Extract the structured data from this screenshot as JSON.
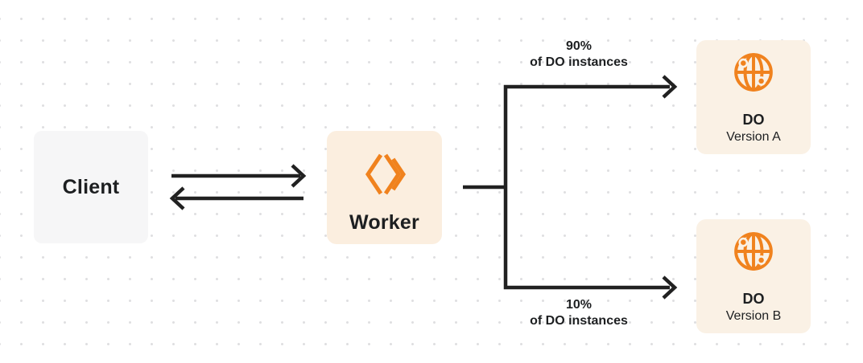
{
  "diagram": {
    "nodes": {
      "client": {
        "label": "Client"
      },
      "worker": {
        "label": "Worker",
        "icon": "workers-logo-icon"
      },
      "do_a": {
        "title": "DO",
        "subtitle": "Version A",
        "icon": "durable-object-globe-icon"
      },
      "do_b": {
        "title": "DO",
        "subtitle": "Version B",
        "icon": "durable-object-globe-icon"
      }
    },
    "edges": {
      "client_worker": {
        "description": "bidirectional-arrows"
      },
      "top_branch": {
        "label_line1": "90%",
        "label_line2": "of DO instances"
      },
      "bottom_branch": {
        "label_line1": "10%",
        "label_line2": "of DO instances"
      }
    },
    "colors": {
      "accent_orange": "#F0821E",
      "worker_box_bg": "#FBEEDF",
      "do_box_bg": "#FAF1E5",
      "client_box_bg": "#F6F6F7",
      "line_color": "#212121",
      "text_color": "#1D1F21",
      "dot_grid": "#DFDFE1"
    }
  }
}
